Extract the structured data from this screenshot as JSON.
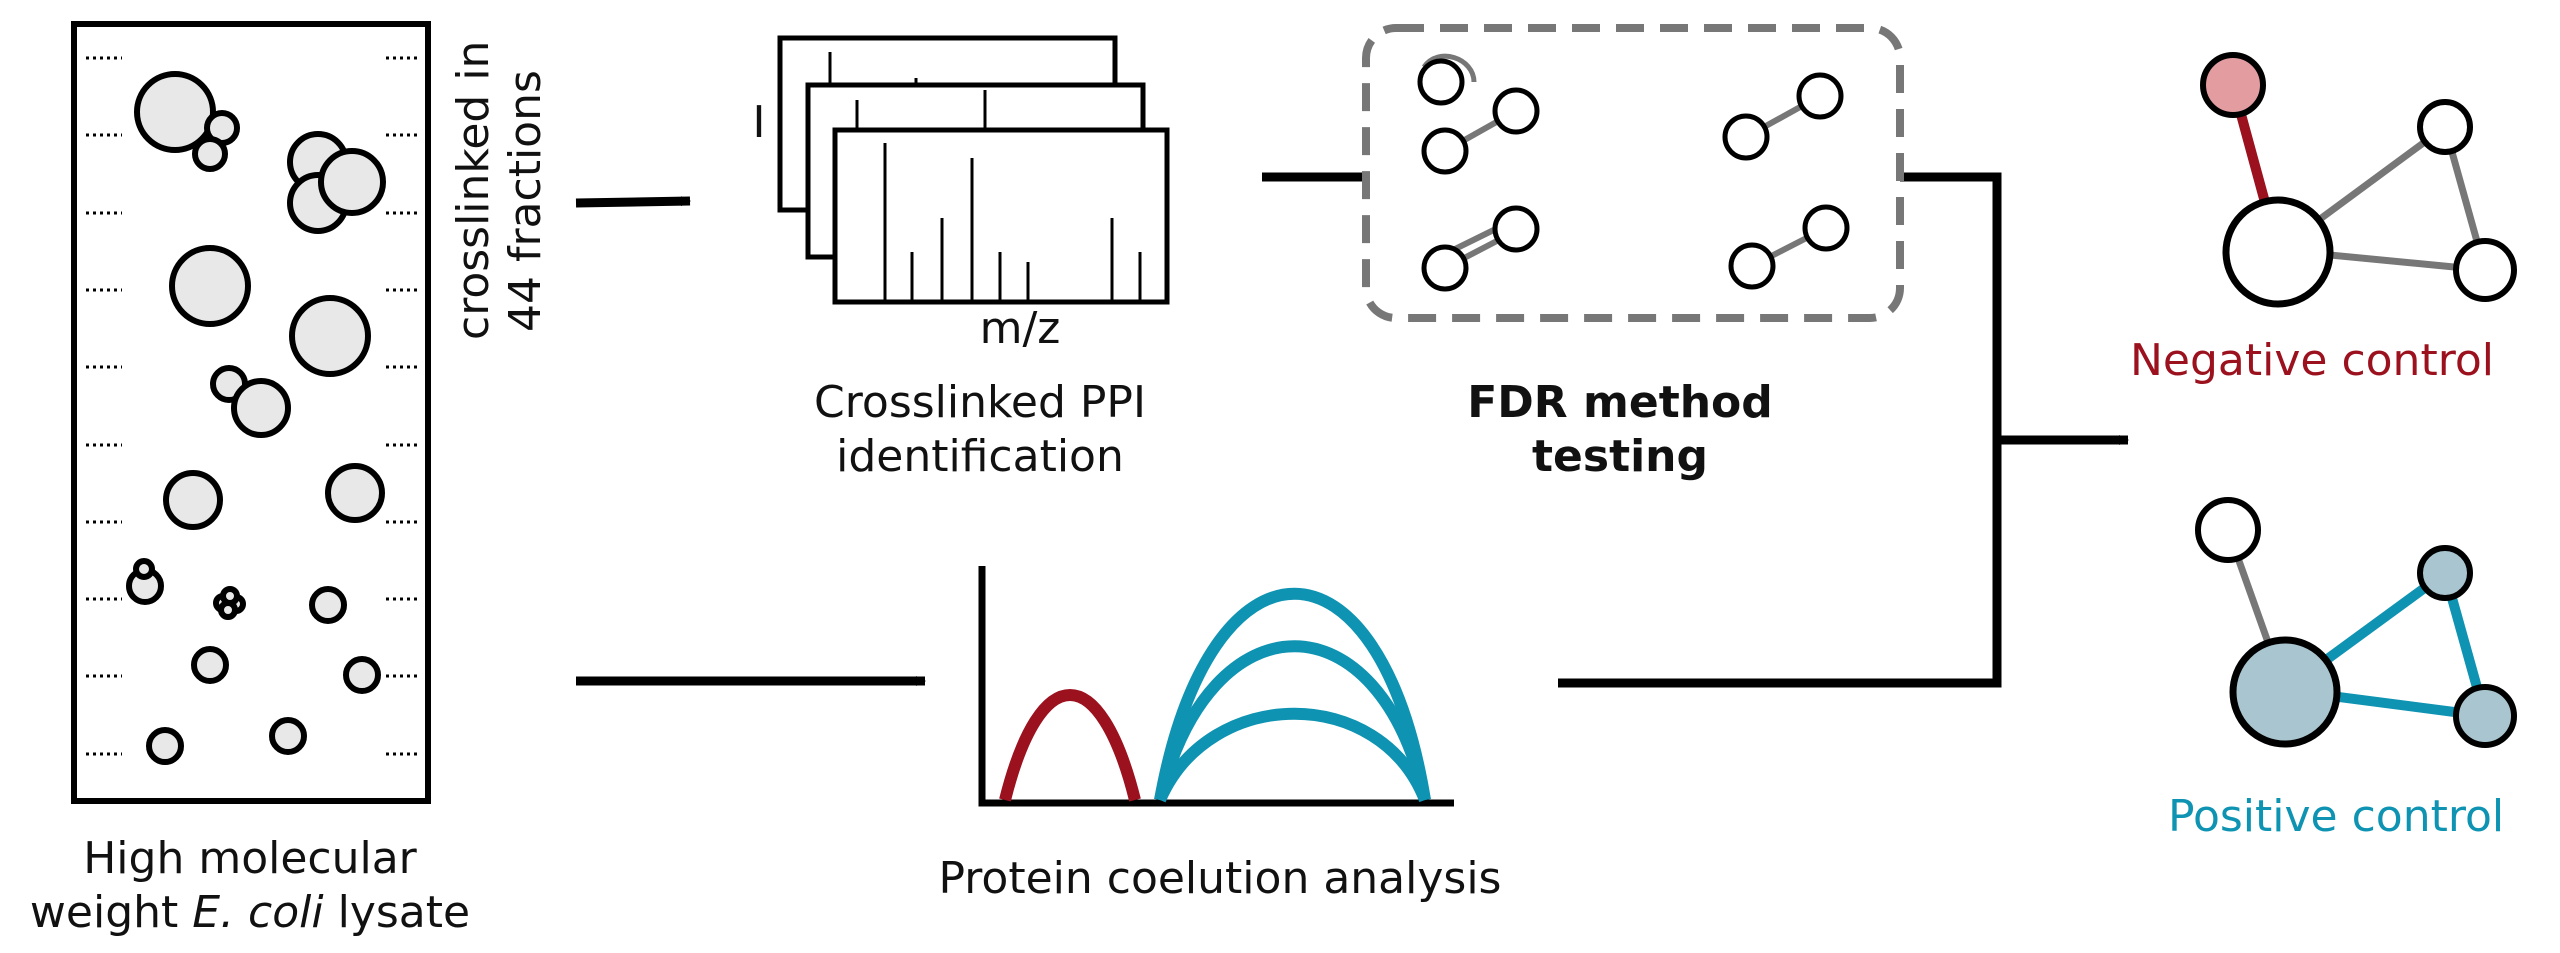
{
  "lysate": {
    "caption_line1": "High molecular",
    "caption_line2_pre": "weight ",
    "caption_line2_italic": "E. coli",
    "caption_line2_post": " lysate"
  },
  "fractions": {
    "line1": "crosslinked in",
    "line2": "44 fractions"
  },
  "ms": {
    "y_axis": "I",
    "x_axis": "m/z",
    "caption_line1": "Crosslinked PPI",
    "caption_line2": "identification"
  },
  "fdr": {
    "caption_line1": "FDR method",
    "caption_line2": "testing"
  },
  "coelution": {
    "caption": "Protein coelution analysis"
  },
  "controls": {
    "negative": "Negative control",
    "positive": "Positive control"
  },
  "colors": {
    "negative": "#9b111e",
    "positive": "#0e93b2",
    "dashed_box": "#777777",
    "node_fill": "#e8e8e8"
  }
}
